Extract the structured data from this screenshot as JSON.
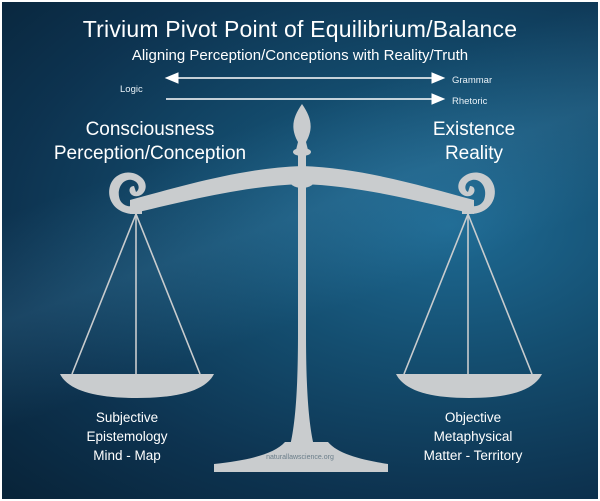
{
  "title": "Trivium Pivot Point of Equilibrium/Balance",
  "subtitle": "Aligning Perception/Conceptions with Reality/Truth",
  "arrows": {
    "logic": "Logic",
    "grammar": "Grammar",
    "rhetoric": "Rhetoric"
  },
  "left": {
    "heading_line1": "Consciousness",
    "heading_line2": "Perception/Conception",
    "pan_line1": "Subjective",
    "pan_line2": "Epistemology",
    "pan_line3": "Mind - Map"
  },
  "right": {
    "heading_line1": "Existence",
    "heading_line2": "Reality",
    "pan_line1": "Objective",
    "pan_line2": "Metaphysical",
    "pan_line3": "Matter - Territory"
  },
  "watermark": "naturallawscience.org",
  "colors": {
    "background_dark": "#082338",
    "background_mid": "#144e70",
    "scale_gray": "#c9ccce",
    "text": "#ffffff"
  }
}
